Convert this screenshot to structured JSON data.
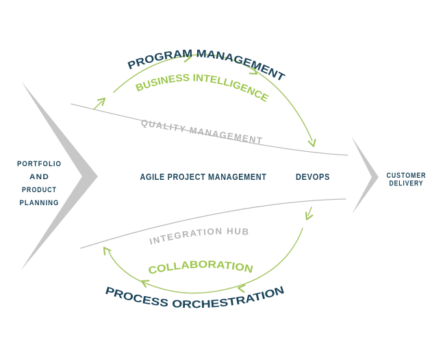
{
  "diagram": {
    "stages": {
      "input": {
        "lines": [
          "PORTFOLIO",
          "AND",
          "PRODUCT",
          "PLANNING"
        ]
      },
      "output": {
        "lines": [
          "CUSTOMER",
          "DELIVERY"
        ]
      },
      "center_left": "AGILE PROJECT MANAGEMENT",
      "center_right": "DEVOPS"
    },
    "upper_flow": {
      "outer_label": "PROGRAM MANAGEMENT",
      "middle_label": "BUSINESS INTELLIGENCE",
      "inner_label": "QUALITY MANAGEMENT"
    },
    "lower_flow": {
      "inner_label": "INTEGRATION HUB",
      "middle_label": "COLLABORATION",
      "outer_label": "PROCESS ORCHESTRATION"
    },
    "colors": {
      "navy_text": "#1a4359",
      "green_text": "#9cc64c",
      "arc_green": "#abc96e",
      "arrowhead_green": "#a3c45c",
      "gray_text": "#b2b3b5",
      "lens_line_gray": "#b9b9b9",
      "chevron_gray": "#c7c7c7",
      "background": "#ffffff"
    },
    "icons": {
      "left_chevron": "large right-pointing tapered chevron arrow",
      "right_chevron": "small right-pointing tapered chevron arrow",
      "flow_arrowheads": "v-shaped arrowheads along circular flow arcs"
    }
  }
}
